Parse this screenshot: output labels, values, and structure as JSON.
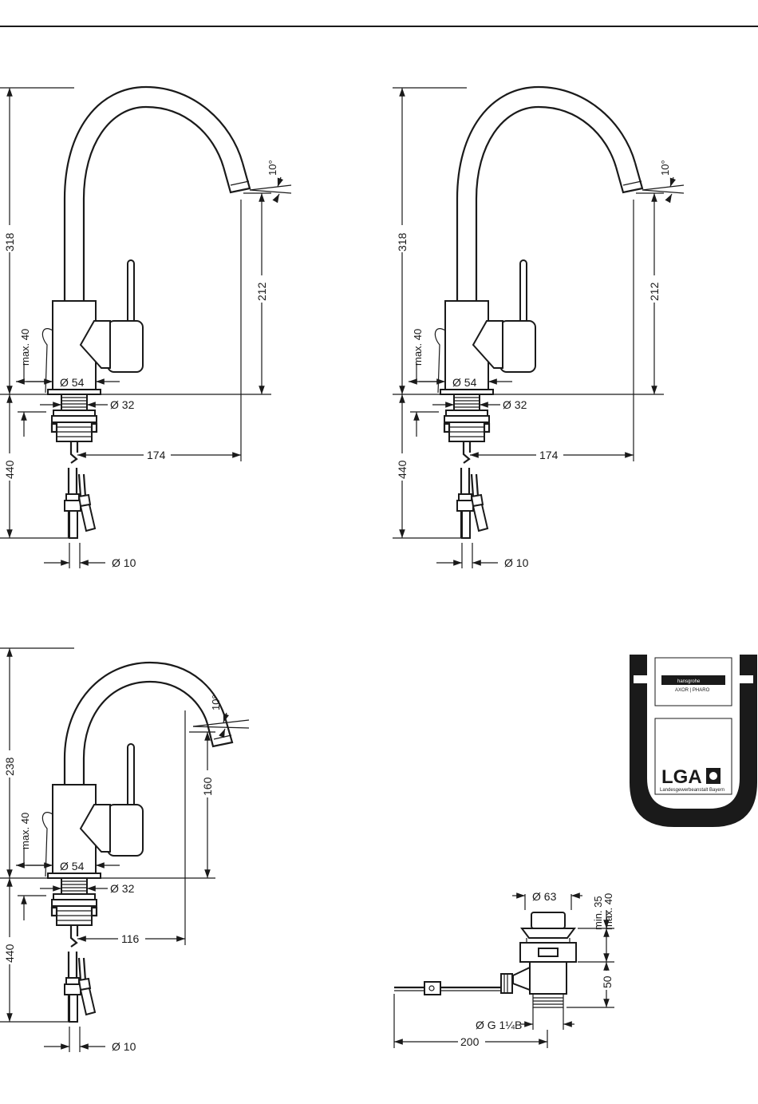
{
  "drawing_a": {
    "height_total": "318",
    "height_spout": "212",
    "reach": "174",
    "tail_length": "440",
    "base_diameter": "Ø 54",
    "shank_diameter": "Ø 32",
    "hose_diameter": "Ø 10",
    "counter_thickness": "max. 40",
    "spout_angle": "10°"
  },
  "drawing_b": {
    "height_total": "318",
    "height_spout": "212",
    "reach": "174",
    "tail_length": "440",
    "base_diameter": "Ø 54",
    "shank_diameter": "Ø 32",
    "hose_diameter": "Ø 10",
    "counter_thickness": "max. 40",
    "spout_angle": "10°"
  },
  "drawing_c": {
    "height_total": "238",
    "height_spout": "160",
    "reach": "116",
    "tail_length": "440",
    "base_diameter": "Ø 54",
    "shank_diameter": "Ø 32",
    "hose_diameter": "Ø 10",
    "counter_thickness": "max. 40",
    "spout_angle": "10°"
  },
  "waste": {
    "plug_diameter": "Ø 63",
    "height_range_min": "min. 35",
    "height_range_max": "max. 40",
    "body_height": "50",
    "thread": "Ø G 1¼B",
    "rod_length": "200"
  },
  "certificate": {
    "brand": "hansgrohe",
    "sub_brands": "AXOR | PHARO",
    "lab_logo": "LGA",
    "lab_name": "Landesgewerbeanstalt Bayern"
  }
}
